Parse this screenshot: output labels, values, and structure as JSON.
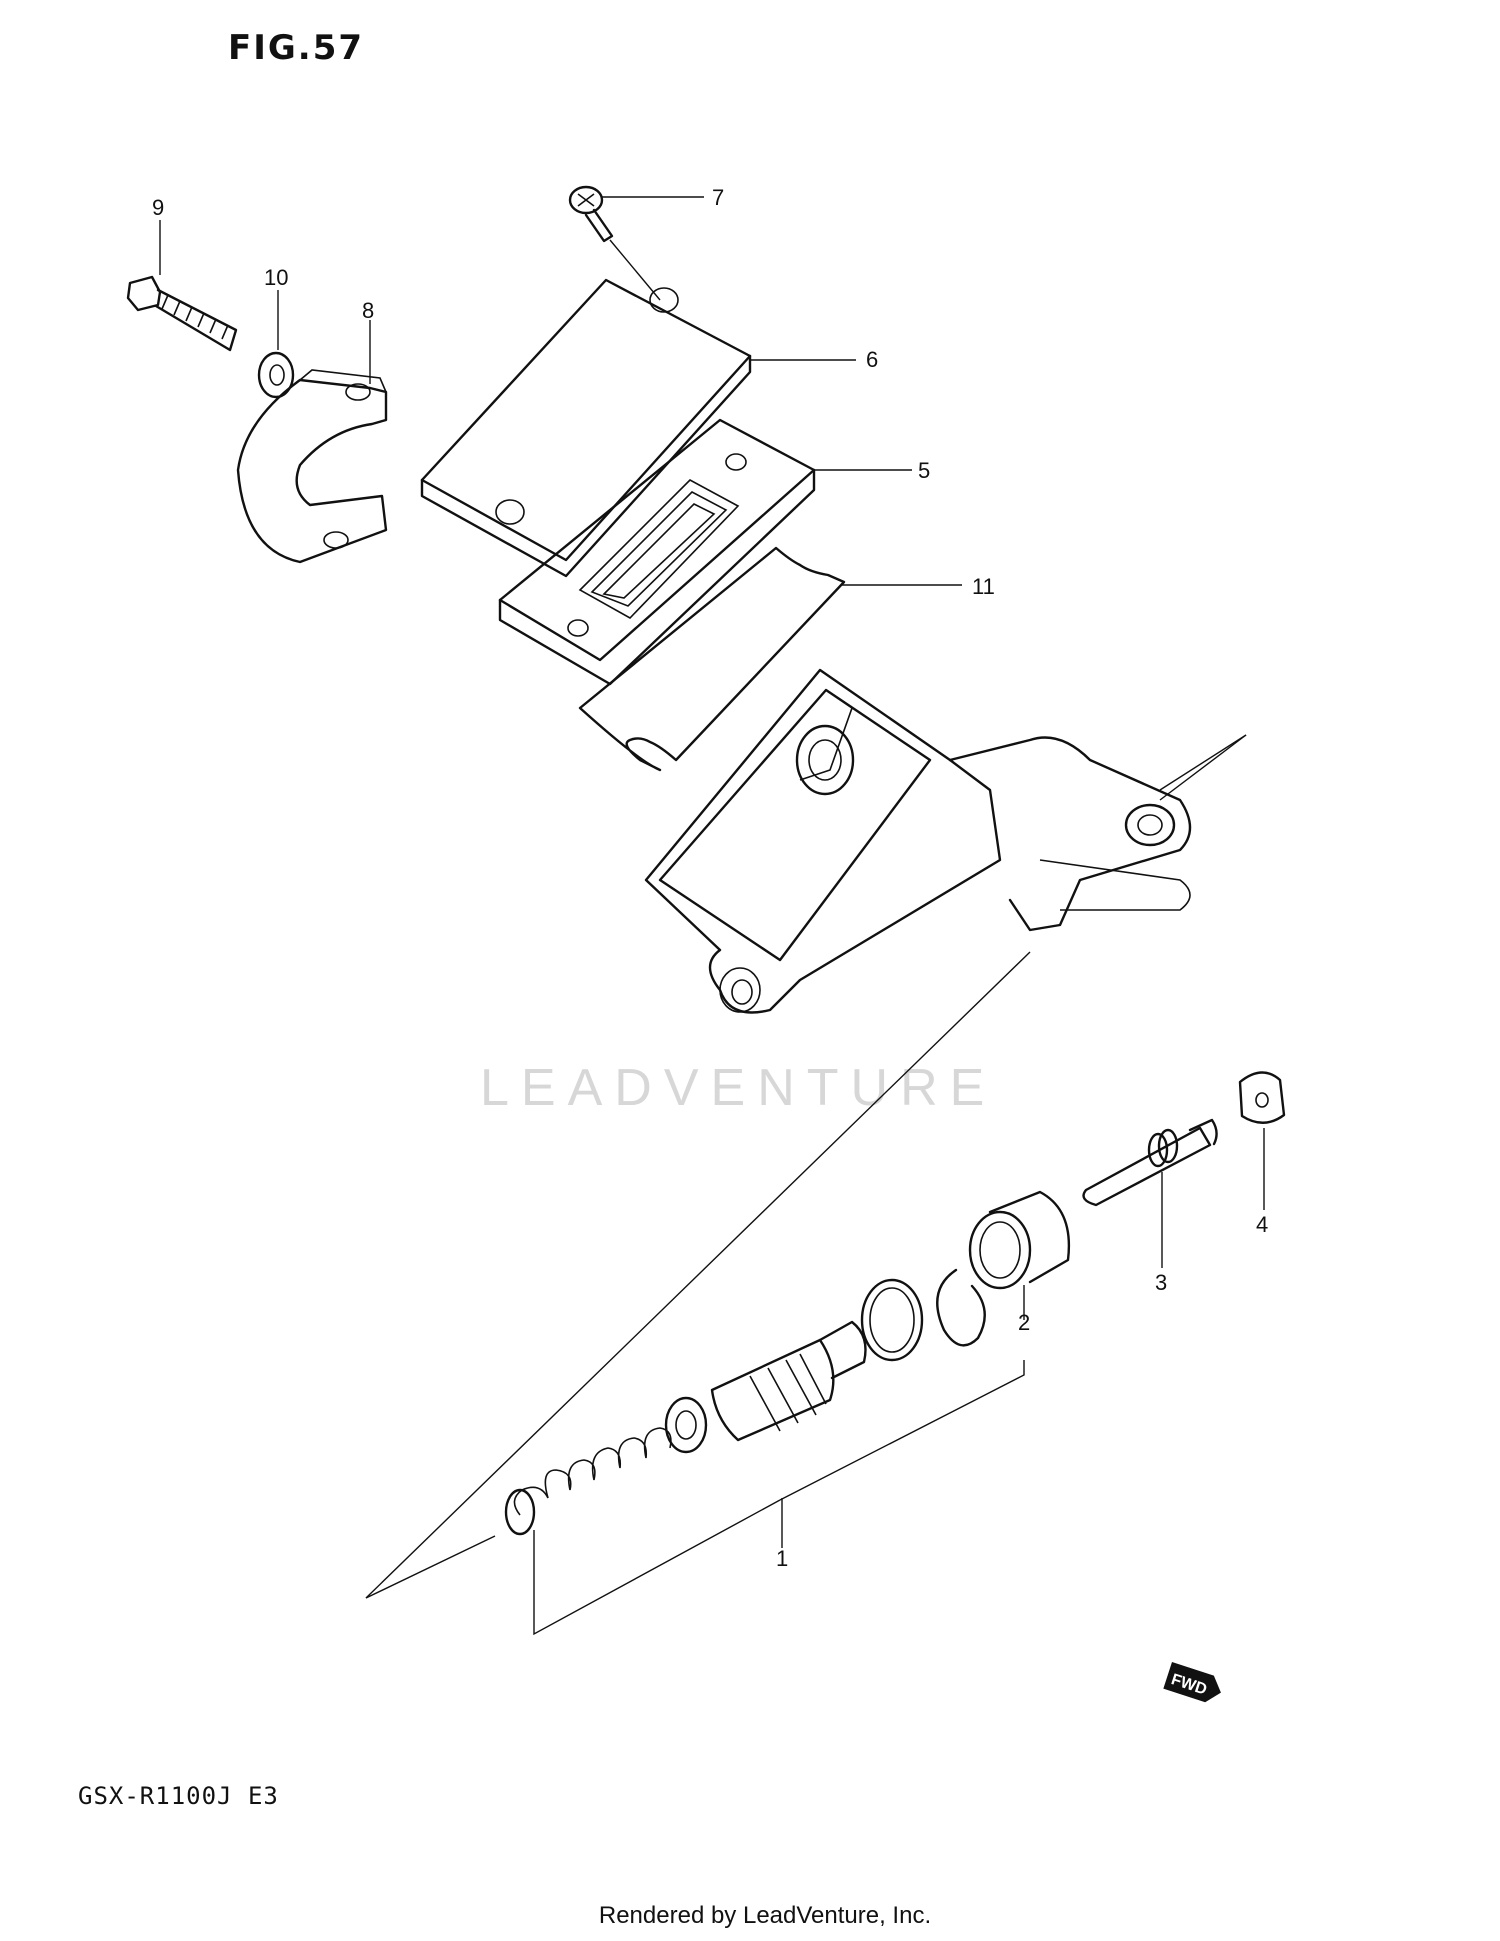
{
  "figure_title": "FIG.57",
  "model_code": "GSX-R1100J  E3",
  "footer": "Rendered by LeadVenture, Inc.",
  "watermark": "LEADVENTURE",
  "fwd_icon": "FWD",
  "callouts": {
    "c1": "1",
    "c2": "2",
    "c3": "3",
    "c4": "4",
    "c5": "5",
    "c6": "6",
    "c7": "7",
    "c8": "8",
    "c9": "9",
    "c10": "10",
    "c11": "11"
  }
}
